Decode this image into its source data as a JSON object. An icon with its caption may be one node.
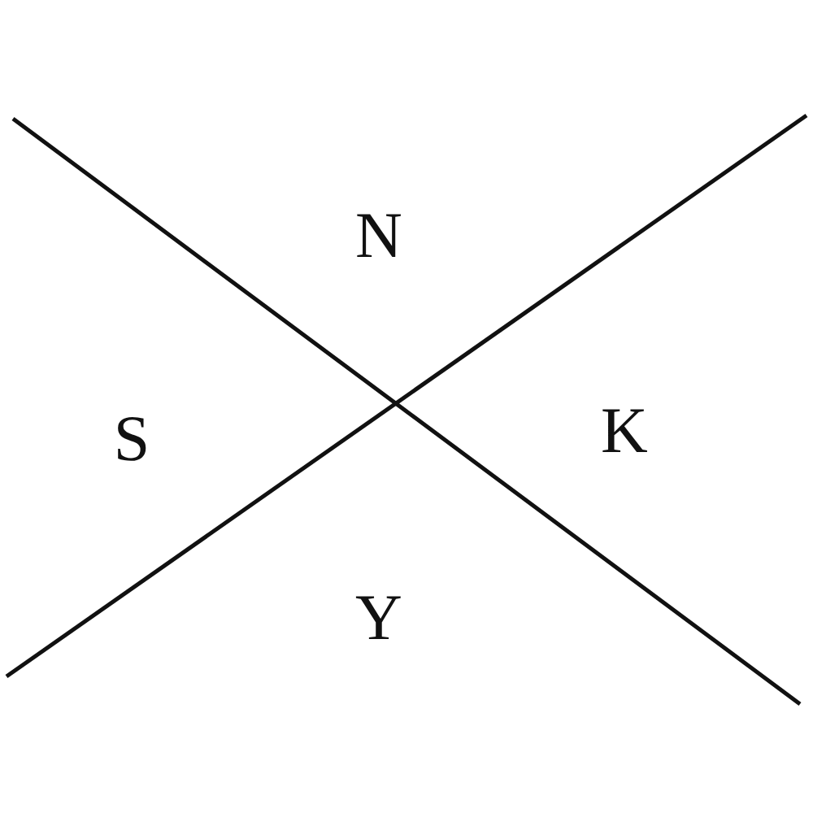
{
  "diagram": {
    "labels": [
      "N",
      "S",
      "K",
      "Y"
    ]
  }
}
